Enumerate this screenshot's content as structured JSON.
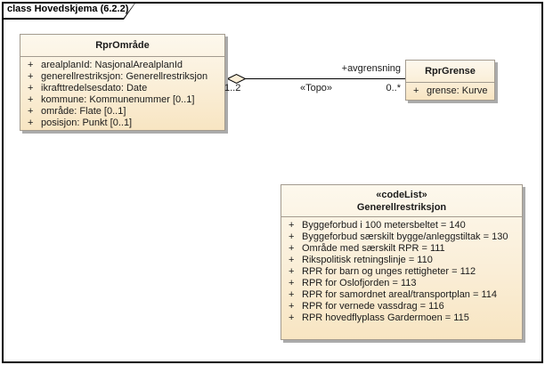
{
  "frame": {
    "title": "class Hovedskjema (6.2.2)"
  },
  "classes": {
    "rprOmrade": {
      "name": "RprOmråde",
      "attributes": [
        {
          "vis": "+",
          "text": "arealplanId: NasjonalArealplanId"
        },
        {
          "vis": "+",
          "text": "generellrestriksjon: Generellrestriksjon"
        },
        {
          "vis": "+",
          "text": "ikrafttredelsesdato: Date"
        },
        {
          "vis": "+",
          "text": "kommune: Kommunenummer [0..1]"
        },
        {
          "vis": "+",
          "text": "område: Flate [0..1]"
        },
        {
          "vis": "+",
          "text": "posisjon: Punkt [0..1]"
        }
      ]
    },
    "rprGrense": {
      "name": "RprGrense",
      "attributes": [
        {
          "vis": "+",
          "text": "grense: Kurve"
        }
      ]
    },
    "generellrestriksjon": {
      "stereotype": "«codeList»",
      "name": "Generellrestriksjon",
      "attributes": [
        {
          "vis": "+",
          "text": "Byggeforbud i 100 metersbeltet = 140"
        },
        {
          "vis": "+",
          "text": "Byggeforbud særskilt bygge/anleggstiltak = 130"
        },
        {
          "vis": "+",
          "text": "Område med særskilt RPR = 111"
        },
        {
          "vis": "+",
          "text": "Rikspolitisk retningslinje = 110"
        },
        {
          "vis": "+",
          "text": "RPR for barn og unges rettigheter = 112"
        },
        {
          "vis": "+",
          "text": "RPR for Oslofjorden = 113"
        },
        {
          "vis": "+",
          "text": "RPR for samordnet areal/transportplan = 114"
        },
        {
          "vis": "+",
          "text": "RPR for vernede vassdrag = 116"
        },
        {
          "vis": "+",
          "text": "RPR hovedflyplass Gardermoen = 115"
        }
      ]
    }
  },
  "association": {
    "stereotype": "«Topo»",
    "source_multiplicity": "1..2",
    "target_role": "+avgrensning",
    "target_multiplicity": "0..*",
    "aggregation": "shared-diamond-at-source"
  },
  "colors": {
    "box_fill_top": "#fdf8ed",
    "box_fill_bottom": "#f8e5c2",
    "box_border": "#a39b8f",
    "box_shadow": "#ababab",
    "connector_line": "#000000",
    "frame_border": "#000000",
    "background": "#ffffff"
  }
}
